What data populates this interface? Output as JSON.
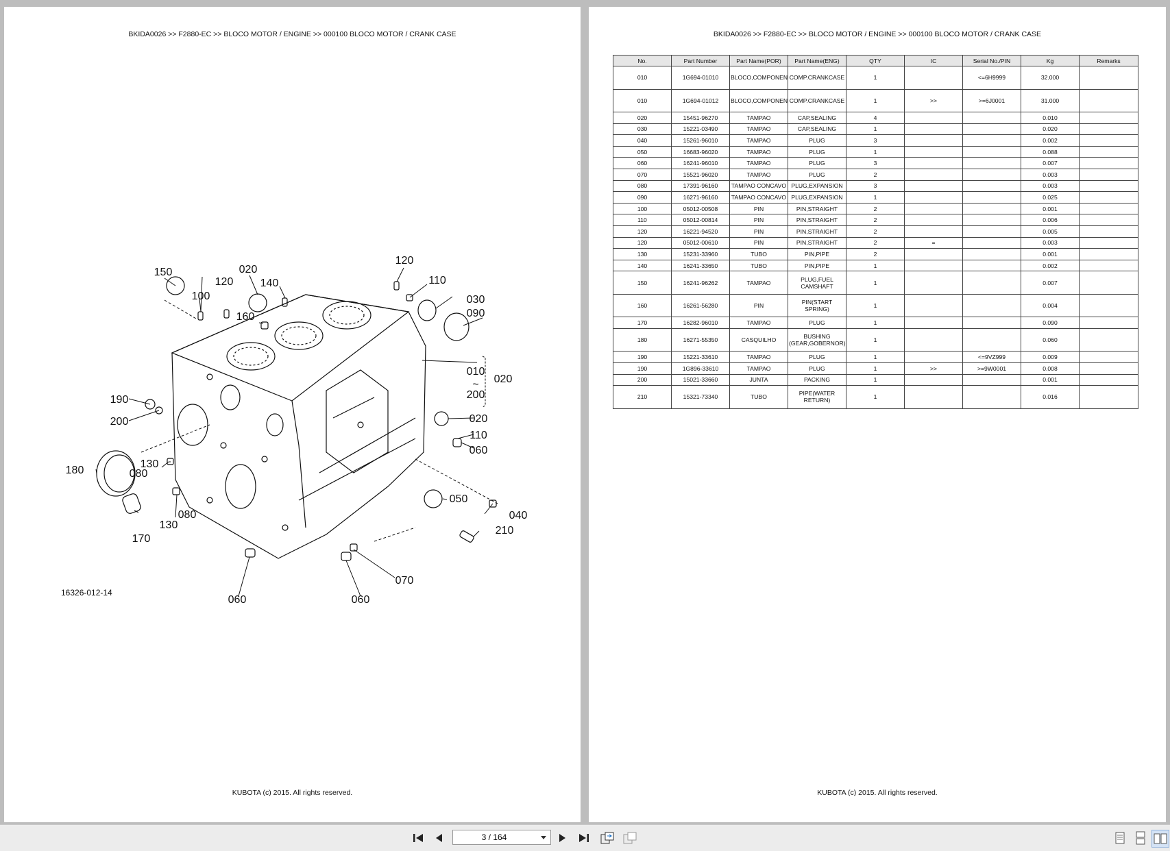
{
  "left_page": {
    "header": "BKIDA0026 >> F2880-EC >> BLOCO MOTOR / ENGINE >> 000100   BLOCO MOTOR / CRANK CASE",
    "figure_id": "16326-012-14",
    "callouts": [
      "150",
      "120",
      "020",
      "140",
      "100",
      "160",
      "120",
      "110",
      "030",
      "090",
      "020",
      "010",
      "200",
      "190",
      "200",
      "020",
      "110",
      "060",
      "180",
      "130",
      "080",
      "130",
      "080",
      "170",
      "050",
      "040",
      "210",
      "070",
      "060",
      "060"
    ],
    "footer": "KUBOTA (c) 2015. All rights reserved."
  },
  "right_page": {
    "header": "BKIDA0026 >> F2880-EC >> BLOCO MOTOR / ENGINE >> 000100   BLOCO MOTOR / CRANK CASE",
    "footer": "KUBOTA (c) 2015. All rights reserved.",
    "table": {
      "columns": [
        "No.",
        "Part Number",
        "Part Name(POR)",
        "Part Name(ENG)",
        "QTY",
        "IC",
        "Serial No./PIN",
        "Kg",
        "Remarks"
      ],
      "rows": [
        [
          "010",
          "1G694-01010",
          "BLOCO,COMPONENTE",
          "COMP.CRANKCASE",
          "1",
          "",
          "<=6H9999",
          "32.000",
          ""
        ],
        [
          "010",
          "1G694-01012",
          "BLOCO,COMPONENTE",
          "COMP.CRANKCASE",
          "1",
          ">>",
          ">=6J0001",
          "31.000",
          ""
        ],
        [
          "020",
          "15451-96270",
          "TAMPAO",
          "CAP,SEALING",
          "4",
          "",
          "",
          "0.010",
          ""
        ],
        [
          "030",
          "15221-03490",
          "TAMPAO",
          "CAP,SEALING",
          "1",
          "",
          "",
          "0.020",
          ""
        ],
        [
          "040",
          "15261-96010",
          "TAMPAO",
          "PLUG",
          "3",
          "",
          "",
          "0.002",
          ""
        ],
        [
          "050",
          "16683-96020",
          "TAMPAO",
          "PLUG",
          "1",
          "",
          "",
          "0.088",
          ""
        ],
        [
          "060",
          "16241-96010",
          "TAMPAO",
          "PLUG",
          "3",
          "",
          "",
          "0.007",
          ""
        ],
        [
          "070",
          "15521-96020",
          "TAMPAO",
          "PLUG",
          "2",
          "",
          "",
          "0.003",
          ""
        ],
        [
          "080",
          "17391-96160",
          "TAMPAO CONCAVO",
          "PLUG,EXPANSION",
          "3",
          "",
          "",
          "0.003",
          ""
        ],
        [
          "090",
          "16271-96160",
          "TAMPAO CONCAVO",
          "PLUG,EXPANSION",
          "1",
          "",
          "",
          "0.025",
          ""
        ],
        [
          "100",
          "05012-00508",
          "PIN",
          "PIN,STRAIGHT",
          "2",
          "",
          "",
          "0.001",
          ""
        ],
        [
          "110",
          "05012-00814",
          "PIN",
          "PIN,STRAIGHT",
          "2",
          "",
          "",
          "0.006",
          ""
        ],
        [
          "120",
          "16221-94520",
          "PIN",
          "PIN,STRAIGHT",
          "2",
          "",
          "",
          "0.005",
          ""
        ],
        [
          "120",
          "05012-00610",
          "PIN",
          "PIN,STRAIGHT",
          "2",
          "=",
          "",
          "0.003",
          ""
        ],
        [
          "130",
          "15231-33960",
          "TUBO",
          "PIN,PIPE",
          "2",
          "",
          "",
          "0.001",
          ""
        ],
        [
          "140",
          "16241-33650",
          "TUBO",
          "PIN,PIPE",
          "1",
          "",
          "",
          "0.002",
          ""
        ],
        [
          "150",
          "16241-96262",
          "TAMPAO",
          "PLUG,FUEL CAMSHAFT",
          "1",
          "",
          "",
          "0.007",
          ""
        ],
        [
          "160",
          "16261-56280",
          "PIN",
          "PIN(START SPRING)",
          "1",
          "",
          "",
          "0.004",
          ""
        ],
        [
          "170",
          "16282-96010",
          "TAMPAO",
          "PLUG",
          "1",
          "",
          "",
          "0.090",
          ""
        ],
        [
          "180",
          "16271-55350",
          "CASQUILHO",
          "BUSHING (GEAR,GOBERNOR)",
          "1",
          "",
          "",
          "0.060",
          ""
        ],
        [
          "190",
          "15221-33610",
          "TAMPAO",
          "PLUG",
          "1",
          "",
          "<=9VZ999",
          "0.009",
          ""
        ],
        [
          "190",
          "1G896-33610",
          "TAMPAO",
          "PLUG",
          "1",
          ">>",
          ">=9W0001",
          "0.008",
          ""
        ],
        [
          "200",
          "15021-33660",
          "JUNTA",
          "PACKING",
          "1",
          "",
          "",
          "0.001",
          ""
        ],
        [
          "210",
          "15321-73340",
          "TUBO",
          "PIPE(WATER RETURN)",
          "1",
          "",
          "",
          "0.016",
          ""
        ]
      ]
    }
  },
  "toolbar": {
    "page_value": "3 / 164",
    "icons": [
      "first-page-icon",
      "prev-page-icon",
      "next-page-icon",
      "last-page-icon",
      "fit-page-icon",
      "fit-width-icon",
      "single-page-view-icon",
      "continuous-view-icon",
      "two-page-view-icon"
    ]
  }
}
